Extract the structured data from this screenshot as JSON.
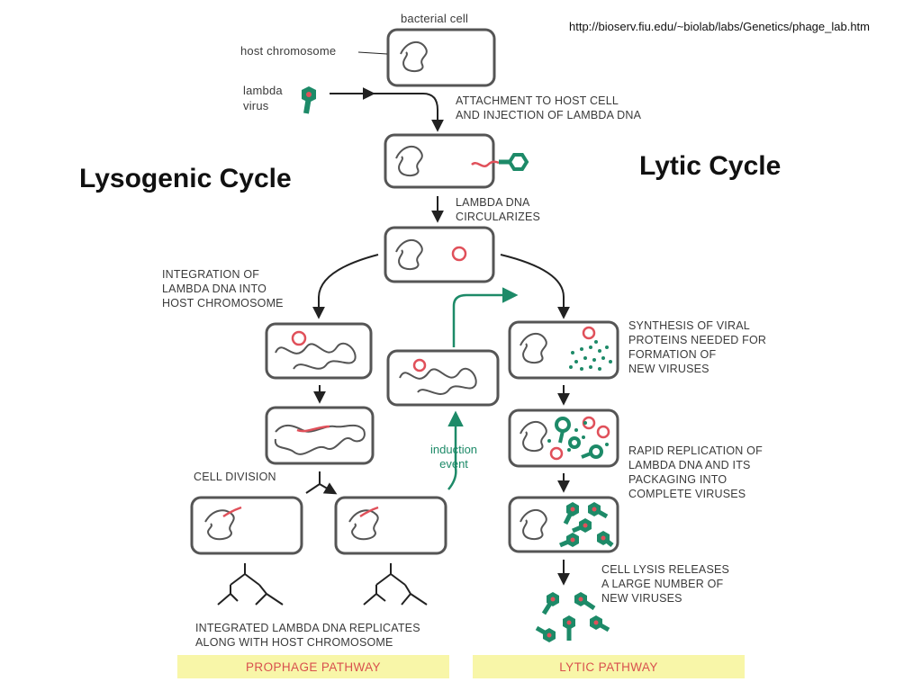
{
  "source_url": "http://bioserv.fiu.edu/~biolab/labs/Genetics/phage_lab.htm",
  "headings": {
    "lysogenic": "Lysogenic Cycle",
    "lytic": "Lytic Cycle"
  },
  "labels": {
    "bacterial_cell": "bacterial cell",
    "host_chromosome": "host chromosome",
    "lambda_virus": "lambda\nvirus",
    "attachment": "ATTACHMENT TO HOST CELL\nAND INJECTION OF LAMBDA DNA",
    "circularizes": "LAMBDA DNA\nCIRCULARIZES",
    "integration": "INTEGRATION OF\nLAMBDA DNA INTO\nHOST CHROMOSOME",
    "synthesis": "SYNTHESIS OF VIRAL\nPROTEINS NEEDED FOR\nFORMATION OF\nNEW VIRUSES",
    "replication": "RAPID REPLICATION OF\nLAMBDA DNA AND ITS\nPACKAGING INTO\nCOMPLETE VIRUSES",
    "cell_division": "CELL DIVISION",
    "induction": "induction\nevent",
    "lysis": "CELL LYSIS RELEASES\nA LARGE NUMBER OF\nNEW VIRUSES",
    "integrated_replicates": "INTEGRATED LAMBDA DNA REPLICATES\nALONG WITH HOST CHROMOSOME"
  },
  "pathways": {
    "prophage": "PROPHAGE PATHWAY",
    "lytic": "LYTIC PATHWAY"
  },
  "colors": {
    "cell_outline": "#555555",
    "lambda_dna": "#e0505a",
    "virus_green": "#1d8a68",
    "text": "#3a3a3a",
    "band": "#f8f6a8",
    "band_text": "#d8504e"
  }
}
